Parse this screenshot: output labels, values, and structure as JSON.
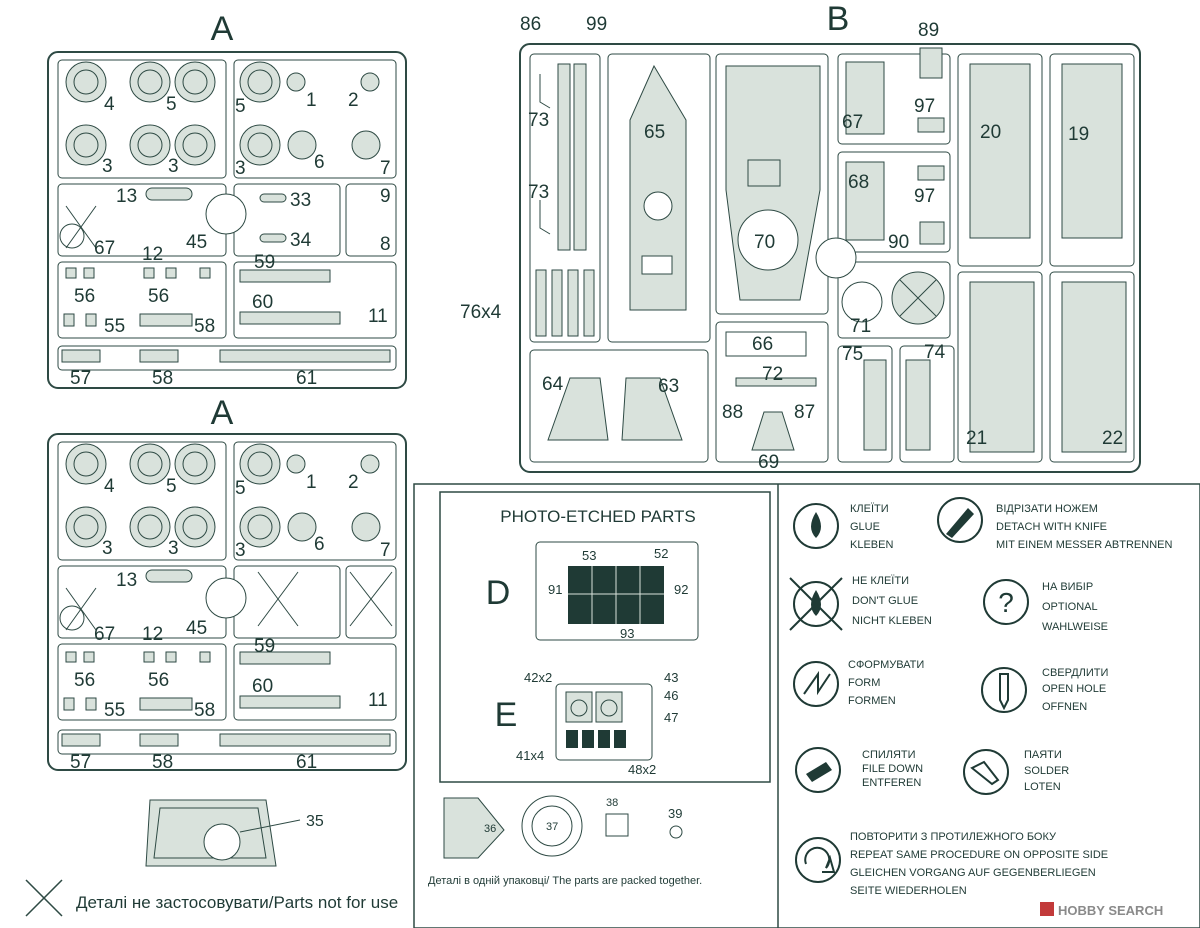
{
  "sprues": {
    "a_top_letter": "A",
    "a_bottom_letter": "A",
    "b_letter": "B"
  },
  "sprue_a": {
    "wheels_row1": [
      "4",
      "5",
      "5",
      "1",
      "2"
    ],
    "wheels_row2": [
      "3",
      "3",
      "3",
      "6",
      "7"
    ],
    "small_parts": [
      "13",
      "33",
      "9",
      "34",
      "8",
      "67",
      "12",
      "45"
    ],
    "track_labels": [
      "56",
      "56",
      "55",
      "58",
      "59",
      "60",
      "11"
    ],
    "bottom_labels": [
      "57",
      "58",
      "61"
    ]
  },
  "sprue_a2": {
    "wheels_row1": [
      "4",
      "5",
      "5",
      "1",
      "2"
    ],
    "wheels_row2": [
      "3",
      "3",
      "3",
      "6",
      "7"
    ],
    "small_parts": [
      "13",
      "67",
      "12",
      "45"
    ],
    "track_labels": [
      "56",
      "56",
      "55",
      "58",
      "59",
      "60",
      "11"
    ],
    "bottom_labels": [
      "57",
      "58",
      "61"
    ]
  },
  "hull_35": "35",
  "sprue_b": {
    "labels": [
      "86",
      "99",
      "73",
      "73",
      "76x4",
      "65",
      "70",
      "67",
      "89",
      "97",
      "68",
      "97",
      "90",
      "71",
      "20",
      "19",
      "66",
      "72",
      "64",
      "63",
      "88",
      "87",
      "69",
      "75",
      "74",
      "21",
      "22"
    ]
  },
  "photo_etched": {
    "title": "PHOTO-ETCHED PARTS",
    "d_letter": "D",
    "e_letter": "E",
    "d_labels": [
      "53",
      "52",
      "91",
      "92",
      "93"
    ],
    "e_labels": [
      "42x2",
      "43",
      "46",
      "47",
      "41x4",
      "48x2"
    ],
    "loose_labels": [
      "36",
      "37",
      "38",
      "39"
    ],
    "packed_note": "Деталі в одній упаковці/ The parts are packed together."
  },
  "not_for_use": "Деталі не застосовувати/Parts not for use",
  "legend": [
    {
      "icon": "glue-drop-icon",
      "lines": [
        "КЛЕЇТИ",
        "GLUE",
        "KLEBEN"
      ]
    },
    {
      "icon": "knife-icon",
      "lines": [
        "ВІДРІЗАТИ НОЖЕМ",
        "DETACH WITH KNIFE",
        "MIT EINEM MESSER ABTRENNEN"
      ]
    },
    {
      "icon": "no-glue-icon",
      "lines": [
        "НЕ КЛЕЇТИ",
        "DON'T GLUE",
        "NICHT KLEBEN"
      ]
    },
    {
      "icon": "question-icon",
      "lines": [
        "НА ВИБІР",
        "OPTIONAL",
        "WAHLWEISE"
      ]
    },
    {
      "icon": "form-icon",
      "lines": [
        "СФОРМУВАТИ",
        "FORM",
        "FORMEN"
      ]
    },
    {
      "icon": "drill-icon",
      "lines": [
        "СВЕРДЛИТИ",
        "OPEN HOLE",
        "OFFNEN"
      ]
    },
    {
      "icon": "file-icon",
      "lines": [
        "СПИЛЯТИ",
        "FILE DOWN",
        "ENTFEREN"
      ]
    },
    {
      "icon": "solder-icon",
      "lines": [
        "ПАЯТИ",
        "SOLDER",
        "LOTEN"
      ]
    },
    {
      "icon": "repeat-icon",
      "lines": [
        "ПОВТОРИТИ З ПРОТИЛЕЖНОГО БОКУ",
        "REPEAT SAME PROCEDURE ON OPPOSITE SIDE",
        "GLEICHEN VORGANG AUF GEGENВERLIEGEN",
        "SEITE WIEDERHOLEN"
      ]
    }
  ],
  "watermark": "HOBBY SEARCH",
  "colors": {
    "ink": "#1f3a35",
    "line": "#2e4a44",
    "fill": "#d9e2dc",
    "watermark": "#8a8a8a"
  }
}
